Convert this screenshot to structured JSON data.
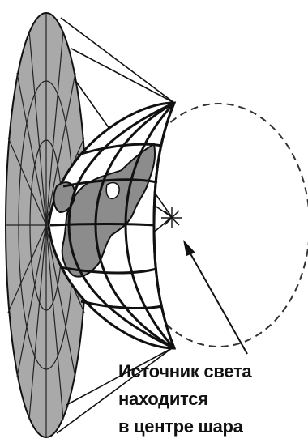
{
  "diagram": {
    "caption_lines": [
      "Источник света",
      "находится",
      "в центре шара"
    ],
    "colors": {
      "screen_fill": "#a9a9a9",
      "land_fill": "#8c8c8c",
      "line": "#111111",
      "background": "#ffffff"
    },
    "labels": {
      "light_source": "light-source-star",
      "projection_screen": "projection-plane",
      "globe": "globe-hemisphere"
    }
  }
}
